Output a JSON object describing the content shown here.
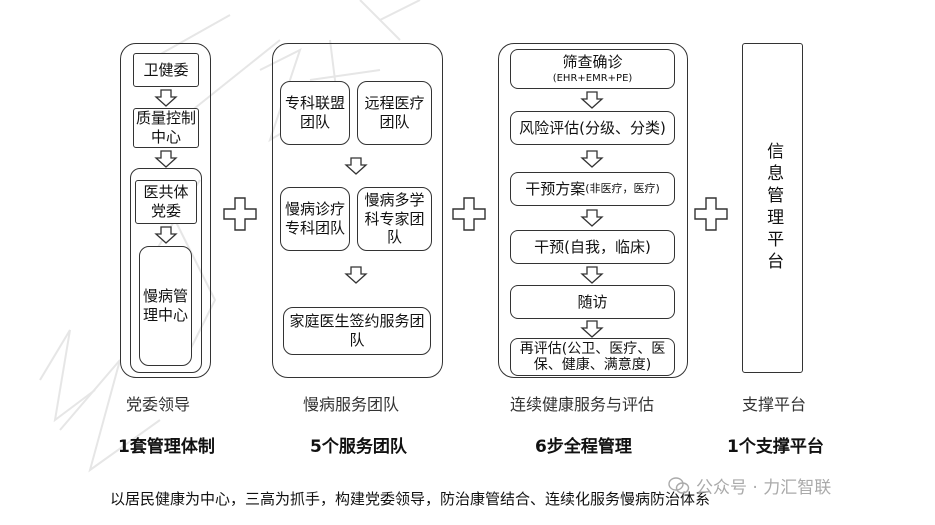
{
  "column1": {
    "boxes": [
      "卫健委",
      "质量控制中心",
      "医共体党委",
      "慢病管理中心"
    ],
    "label": "党委领导",
    "caption": "1套管理体制"
  },
  "column2": {
    "boxes": [
      "专科联盟团队",
      "远程医疗团队",
      "慢病诊疗专科团队",
      "慢病多学科专家团队",
      "家庭医生签约服务团队"
    ],
    "label": "慢病服务团队",
    "caption": "5个服务团队"
  },
  "column3": {
    "steps": [
      {
        "main": "筛查确诊",
        "note": "(EHR+EMR+PE)"
      },
      {
        "main": "风险评估(分级、分类)"
      },
      {
        "main": "干预方案",
        "note": "(非医疗，医疗)"
      },
      {
        "main": "干预(自我，临床)"
      },
      {
        "main": "随访"
      },
      {
        "main": "再评估(公卫、医疗、医保、健康、满意度)"
      }
    ],
    "label": "连续健康服务与评估",
    "caption": "6步全程管理"
  },
  "column4": {
    "box": "信息管理平台",
    "label": "支撑平台",
    "caption": "1个支撑平台"
  },
  "footer": "以居民健康为中心，三高为抓手，构建党委领导，防治康管结合、连续化服务慢病防治体系",
  "watermark": "公众号 · 力汇智联",
  "icons": {
    "arrow": "down-arrow-icon",
    "plus": "plus-icon",
    "watermark": "wechat-icon"
  },
  "colors": {
    "stroke": "#333333",
    "text": "#111111"
  }
}
